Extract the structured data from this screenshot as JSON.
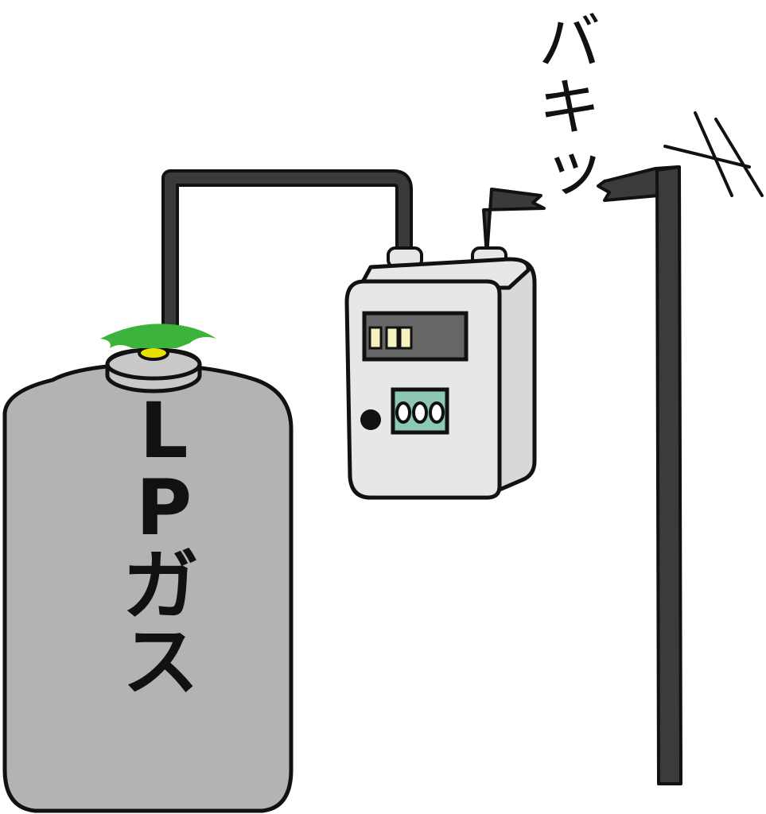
{
  "illustration": {
    "tank_label_lines": [
      "L",
      "P",
      "ガ",
      "ス"
    ],
    "sound_effect_chars": [
      "バ",
      "キ",
      "ッ"
    ]
  },
  "colors": {
    "outline": "#111111",
    "tank_body": "#b3b3b3",
    "tank_cap": "#c8c8c8",
    "valve_top": "#3cb43c",
    "valve_ring": "#e8e000",
    "pipe": "#3a3a3a",
    "meter_body": "#e6e7e7",
    "meter_side": "#d7d8d8",
    "meter_display": "#666666",
    "meter_digits": "#f6f2c0",
    "meter_counter": "#8ec7b6",
    "pole": "#3d3a3a"
  }
}
